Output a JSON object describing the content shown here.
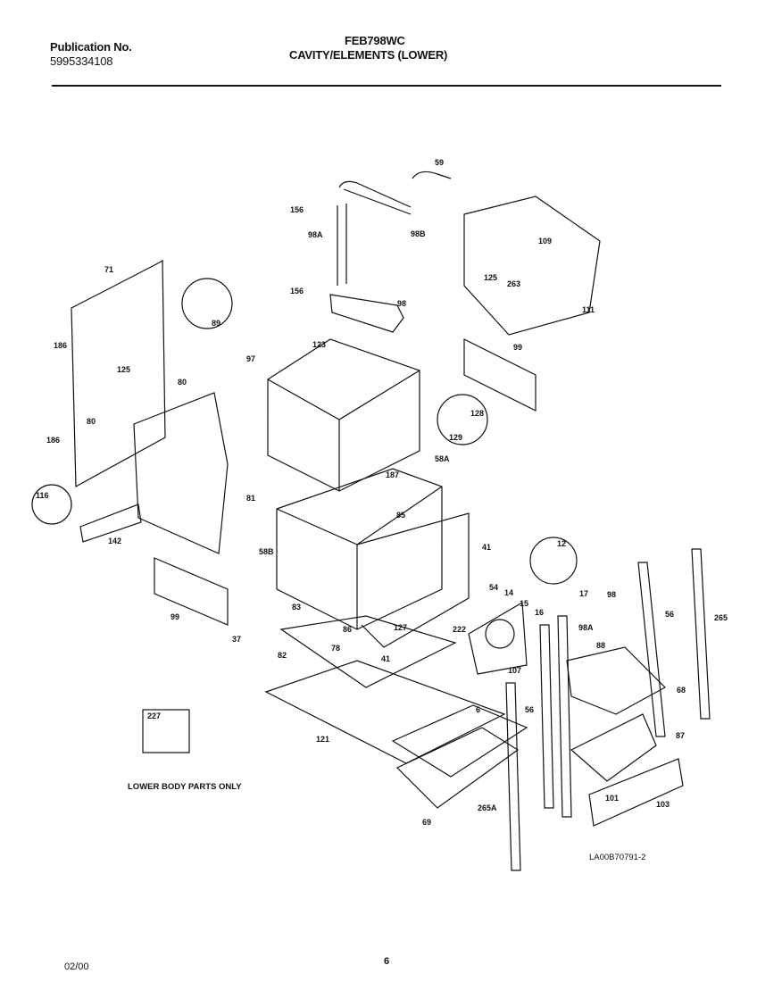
{
  "header": {
    "pub_label": "Publication No.",
    "pub_number": "5995334108",
    "model": "FEB798WC",
    "section_title": "CAVITY/ELEMENTS (LOWER)"
  },
  "notes": {
    "lower_body": "LOWER BODY PARTS ONLY",
    "drawing_id": "LA00B70791-2"
  },
  "footer": {
    "date": "02/00",
    "page": "6"
  },
  "callouts": [
    {
      "id": "59"
    },
    {
      "id": "156"
    },
    {
      "id": "98A"
    },
    {
      "id": "98B"
    },
    {
      "id": "156"
    },
    {
      "id": "98"
    },
    {
      "id": "71"
    },
    {
      "id": "89"
    },
    {
      "id": "186"
    },
    {
      "id": "125"
    },
    {
      "id": "123"
    },
    {
      "id": "97"
    },
    {
      "id": "80"
    },
    {
      "id": "80"
    },
    {
      "id": "186"
    },
    {
      "id": "125"
    },
    {
      "id": "263"
    },
    {
      "id": "109"
    },
    {
      "id": "111"
    },
    {
      "id": "99"
    },
    {
      "id": "128"
    },
    {
      "id": "129"
    },
    {
      "id": "187"
    },
    {
      "id": "58A"
    },
    {
      "id": "116"
    },
    {
      "id": "81"
    },
    {
      "id": "85"
    },
    {
      "id": "142"
    },
    {
      "id": "58B"
    },
    {
      "id": "41"
    },
    {
      "id": "12"
    },
    {
      "id": "99"
    },
    {
      "id": "83"
    },
    {
      "id": "54"
    },
    {
      "id": "14"
    },
    {
      "id": "15"
    },
    {
      "id": "16"
    },
    {
      "id": "17"
    },
    {
      "id": "98"
    },
    {
      "id": "56"
    },
    {
      "id": "265"
    },
    {
      "id": "86"
    },
    {
      "id": "127"
    },
    {
      "id": "222"
    },
    {
      "id": "98A"
    },
    {
      "id": "37"
    },
    {
      "id": "82"
    },
    {
      "id": "78"
    },
    {
      "id": "41"
    },
    {
      "id": "107"
    },
    {
      "id": "88"
    },
    {
      "id": "68"
    },
    {
      "id": "227"
    },
    {
      "id": "121"
    },
    {
      "id": "6"
    },
    {
      "id": "56"
    },
    {
      "id": "87"
    },
    {
      "id": "101"
    },
    {
      "id": "103"
    },
    {
      "id": "69"
    },
    {
      "id": "265A"
    }
  ]
}
